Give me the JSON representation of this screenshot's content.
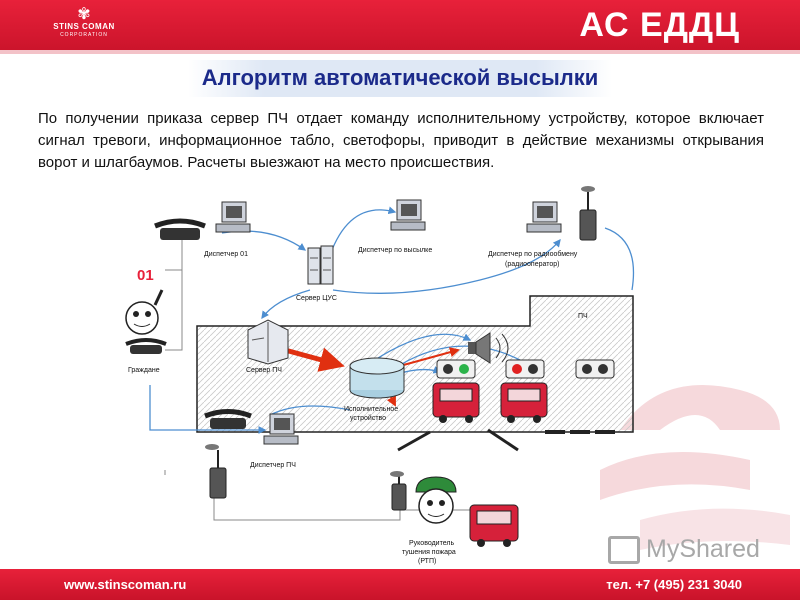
{
  "header": {
    "brand_title": "АС ЕДДЦ",
    "logo_name": "STINS COMAN",
    "logo_sub": "CORPORATION"
  },
  "slide": {
    "title": "Алгоритм автоматической высылки",
    "body": "По получении приказа сервер ПЧ отдает команду исполнительному устройству, которое включает сигнал тревоги, информационное табло, светофоры, приводит в действие механизмы открывания ворот и шлагбаумов. Расчеты выезжают на место происшествия."
  },
  "diagram": {
    "dispatcher_01": "Диспетчер 01",
    "dispatcher_dispatch": "Диспетчер по высылке",
    "dispatcher_radio_line1": "Диспетчер по радиообмену",
    "dispatcher_radio_line2": "(радиооператор)",
    "server_tsus": "Сервер ЦУС",
    "server_pch": "Сервер ПЧ",
    "exec_device_line1": "Исполнительное",
    "exec_device_line2": "устройство",
    "citizens": "Граждане",
    "dispatcher_pch": "Диспетчер ПЧ",
    "pch": "ПЧ",
    "call_number": "01",
    "rtp_line1": "Руководитель",
    "rtp_line2": "тушения пожара",
    "rtp_line3": "(РТП)",
    "colors": {
      "accent_red": "#e8213a",
      "arrow_red": "#e03010",
      "flow_blue": "#4d8ed0"
    }
  },
  "footer": {
    "url": "www.stinscoman.ru",
    "phone": "тел. +7 (495) 231 3040"
  },
  "watermark": {
    "text": "MyShared"
  }
}
